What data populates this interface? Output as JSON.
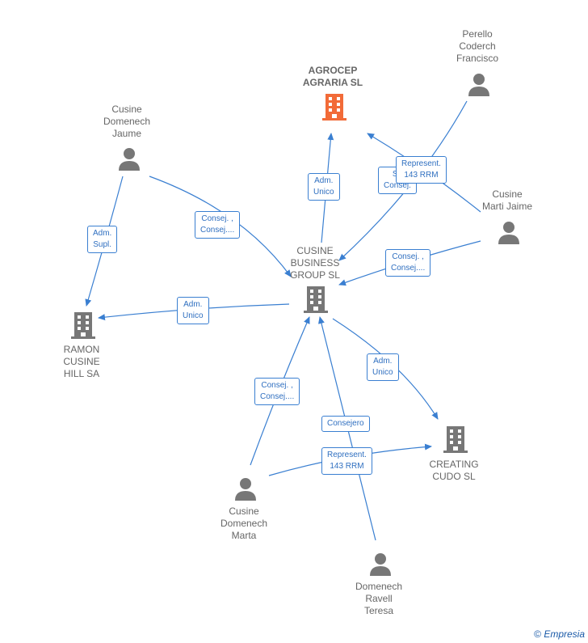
{
  "nodes": {
    "agrocep": "AGROCEP\nAGRARIA  SL",
    "perello": "Perello\nCoderch\nFrancisco",
    "jaume": "Cusine\nDomenech\nJaume",
    "jaime": "Cusine\nMarti Jaime",
    "cbg": "CUSINE\nBUSINESS\nGROUP  SL",
    "ramon": "RAMON\nCUSINE\nHILL SA",
    "creating": "CREATING\nCUDO  SL",
    "marta": "Cusine\nDomenech\nMarta",
    "teresa": "Domenech\nRavell\nTeresa"
  },
  "edge_labels": {
    "adm_unico_agro": "Adm.\nUnico",
    "secr_consej": "Se\nConsej.",
    "represent_perello": "Represent.\n143 RRM",
    "adm_supl": "Adm.\nSupl.",
    "consej_jaume": "Consej. ,\nConsej....",
    "consej_jaime": "Consej. ,\nConsej....",
    "adm_unico_ramon": "Adm.\nUnico",
    "adm_unico_creating": "Adm.\nUnico",
    "consej_marta": "Consej. ,\nConsej....",
    "consejero_teresa": "Consejero",
    "represent_marta": "Represent.\n143 RRM"
  },
  "colors": {
    "accent": "#3a7fd1",
    "highlight": "#f26b38",
    "node": "#777777"
  },
  "footer": {
    "copyright": "©",
    "brand": "Empresia"
  }
}
